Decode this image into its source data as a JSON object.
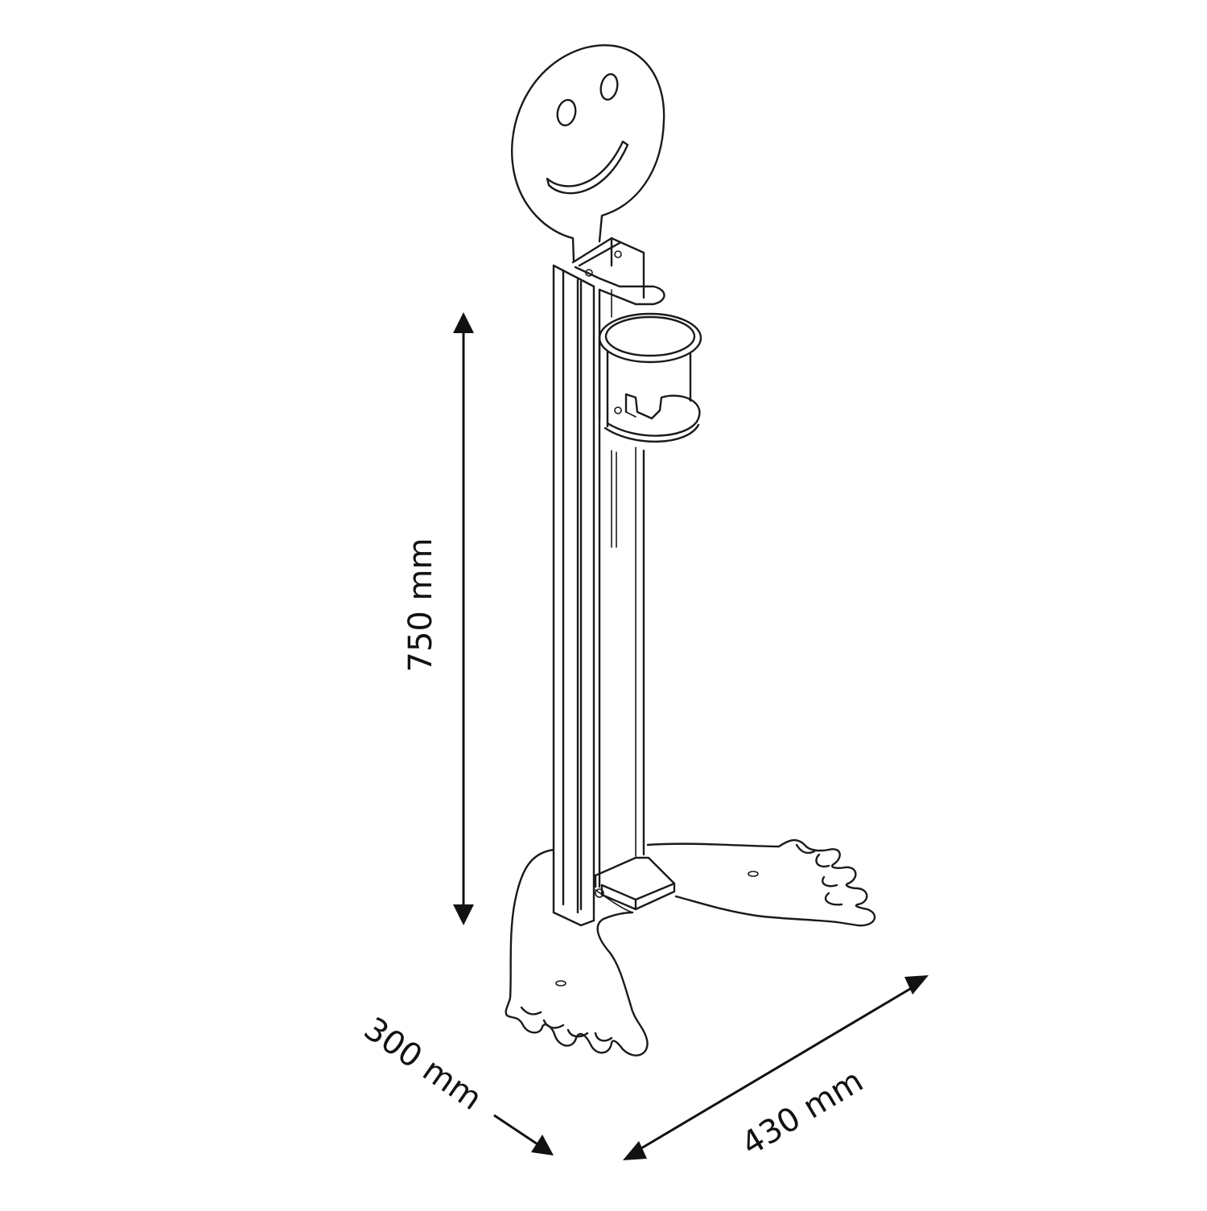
{
  "drawing": {
    "dimensions": [
      {
        "id": "height",
        "label": "750 mm"
      },
      {
        "id": "depth",
        "label": "300 mm"
      },
      {
        "id": "width",
        "label": "430 mm"
      }
    ]
  },
  "colors": {
    "line": "#1a1a1a",
    "background": "#ffffff"
  }
}
